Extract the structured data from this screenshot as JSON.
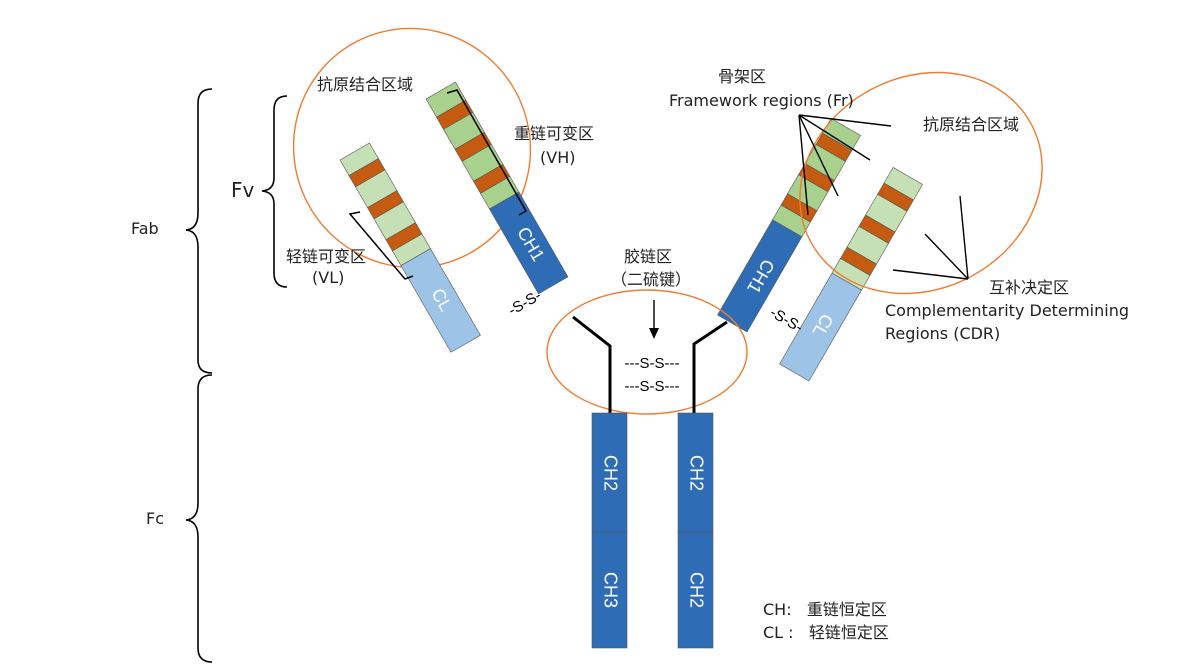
{
  "colors": {
    "heavy_constant": "#2e6db5",
    "light_constant": "#9dc3e6",
    "framework_dark": "#a9d18e",
    "framework_light": "#c5e0b4",
    "cdr": "#c55a11",
    "circle_outline": "#ed7d31",
    "line": "#000000"
  },
  "labels": {
    "fab": "Fab",
    "fc": "Fc",
    "fv": "Fv",
    "antigen_binding_left": "抗原结合区域",
    "antigen_binding_right": "抗原结合区域",
    "heavy_variable": "重链可变区",
    "heavy_variable_abbr": "(VH)",
    "light_variable": "轻链可变区",
    "light_variable_abbr": "(VL)",
    "hinge": "胶链区",
    "disulfide_bond": "（二硫键）",
    "framework": "骨架区",
    "framework_en": "Framework regions (Fr)",
    "cdr": "互补决定区",
    "cdr_en_1": "Complementarity Determining",
    "cdr_en_2": "Regions (CDR)"
  },
  "domains": {
    "ch1": "CH1",
    "cl": "CL",
    "ch2": "CH2",
    "ch3": "CH3"
  },
  "bonds": {
    "fab_ss": "-S-S-",
    "hinge_ss": "---S-S---"
  },
  "legend": {
    "ch": "CH:   重链恒定区",
    "cl": "CL :   轻链恒定区"
  }
}
